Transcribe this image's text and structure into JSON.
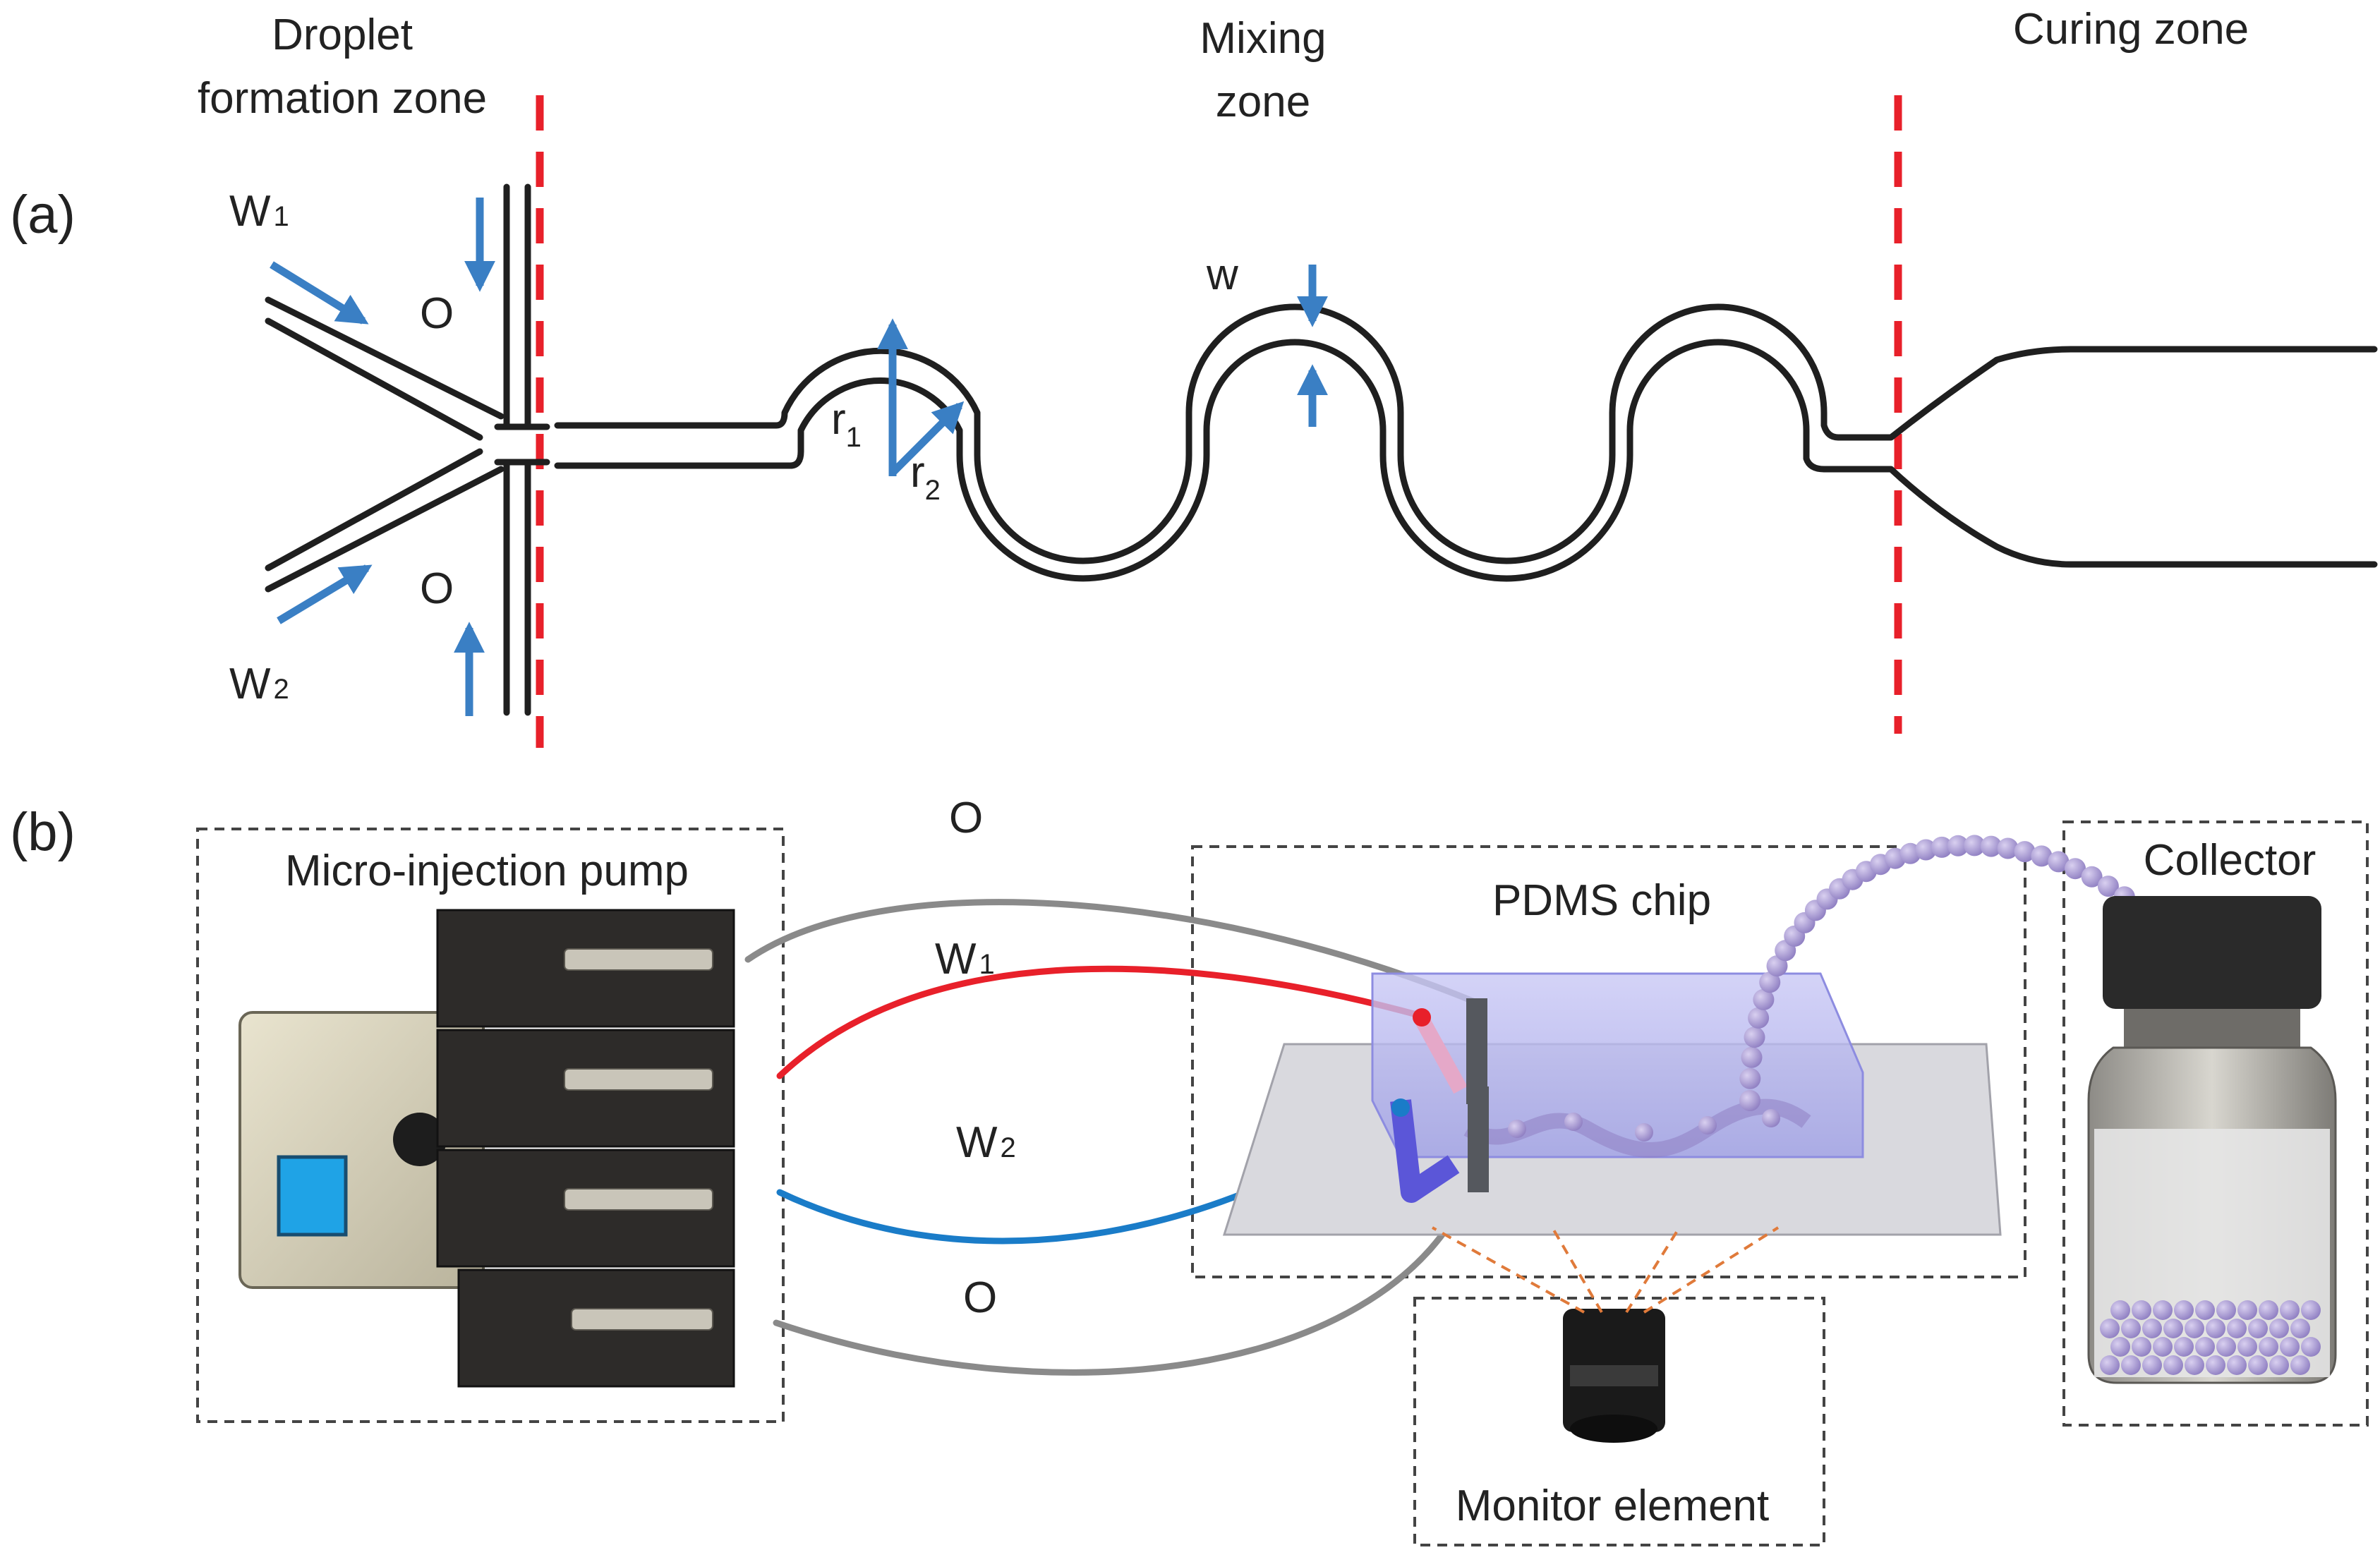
{
  "panel_a": {
    "label": "(a)",
    "zones": {
      "droplet_line1": "Droplet",
      "droplet_line2": "formation zone",
      "mixing_line1": "Mixing",
      "mixing_line2": "zone",
      "curing": "Curing zone"
    },
    "inlets": {
      "w1_main": "W",
      "w1_sub": "1",
      "w2_main": "W",
      "w2_sub": "2",
      "oil_top": "O",
      "oil_bottom": "O"
    },
    "dimensions": {
      "width": "w",
      "r1_main": "r",
      "r1_sub": "1",
      "r2_main": "r",
      "r2_sub": "2"
    }
  },
  "panel_b": {
    "label": "(b)",
    "pump": "Micro-injection pump",
    "chip": "PDMS chip",
    "collector": "Collector",
    "monitor": "Monitor element",
    "tubes": {
      "oil_top": "O",
      "w1_main": "W",
      "w1_sub": "1",
      "w2_main": "W",
      "w2_sub": "2",
      "oil_bottom": "O"
    }
  },
  "colors": {
    "channel": "#1f1f1f",
    "zone_divider": "#e8202a",
    "flow_arrow": "#3a7fc4",
    "tube_oil": "#8a8a8a",
    "tube_w1": "#e8202a",
    "tube_w2": "#1a7cc8",
    "microsphere": "#a99bd0",
    "chip_body": "#b9b8f0",
    "dashed_box": "#444444",
    "light_path": "#e07a3a"
  }
}
